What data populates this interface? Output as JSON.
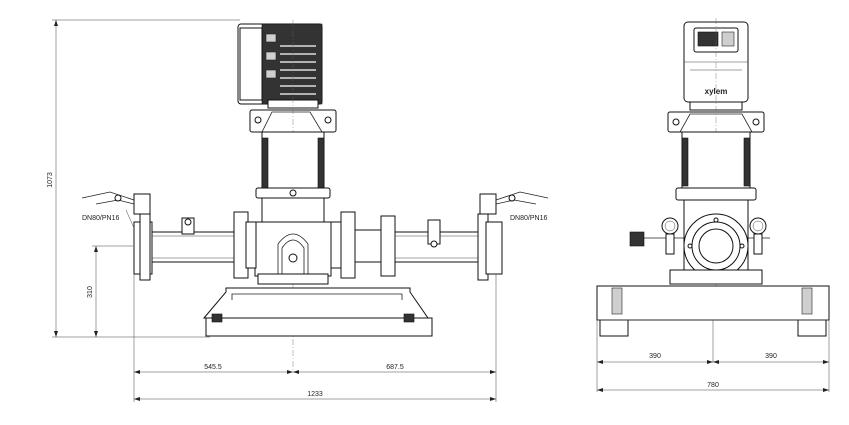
{
  "dimensions": {
    "total_height": "1073",
    "inlet_height": "310",
    "left_length": "545.5",
    "right_length": "687.5",
    "total_length": "1233",
    "side_left_half": "390",
    "side_right_half": "390",
    "side_total_width": "780"
  },
  "labels": {
    "left_flange": "DN80/PN16",
    "right_flange": "DN80/PN16",
    "brand": "xylem"
  },
  "colors": {
    "line": "#222222",
    "fill_dark": "#333333",
    "fill_gray": "#cfcfcf"
  }
}
